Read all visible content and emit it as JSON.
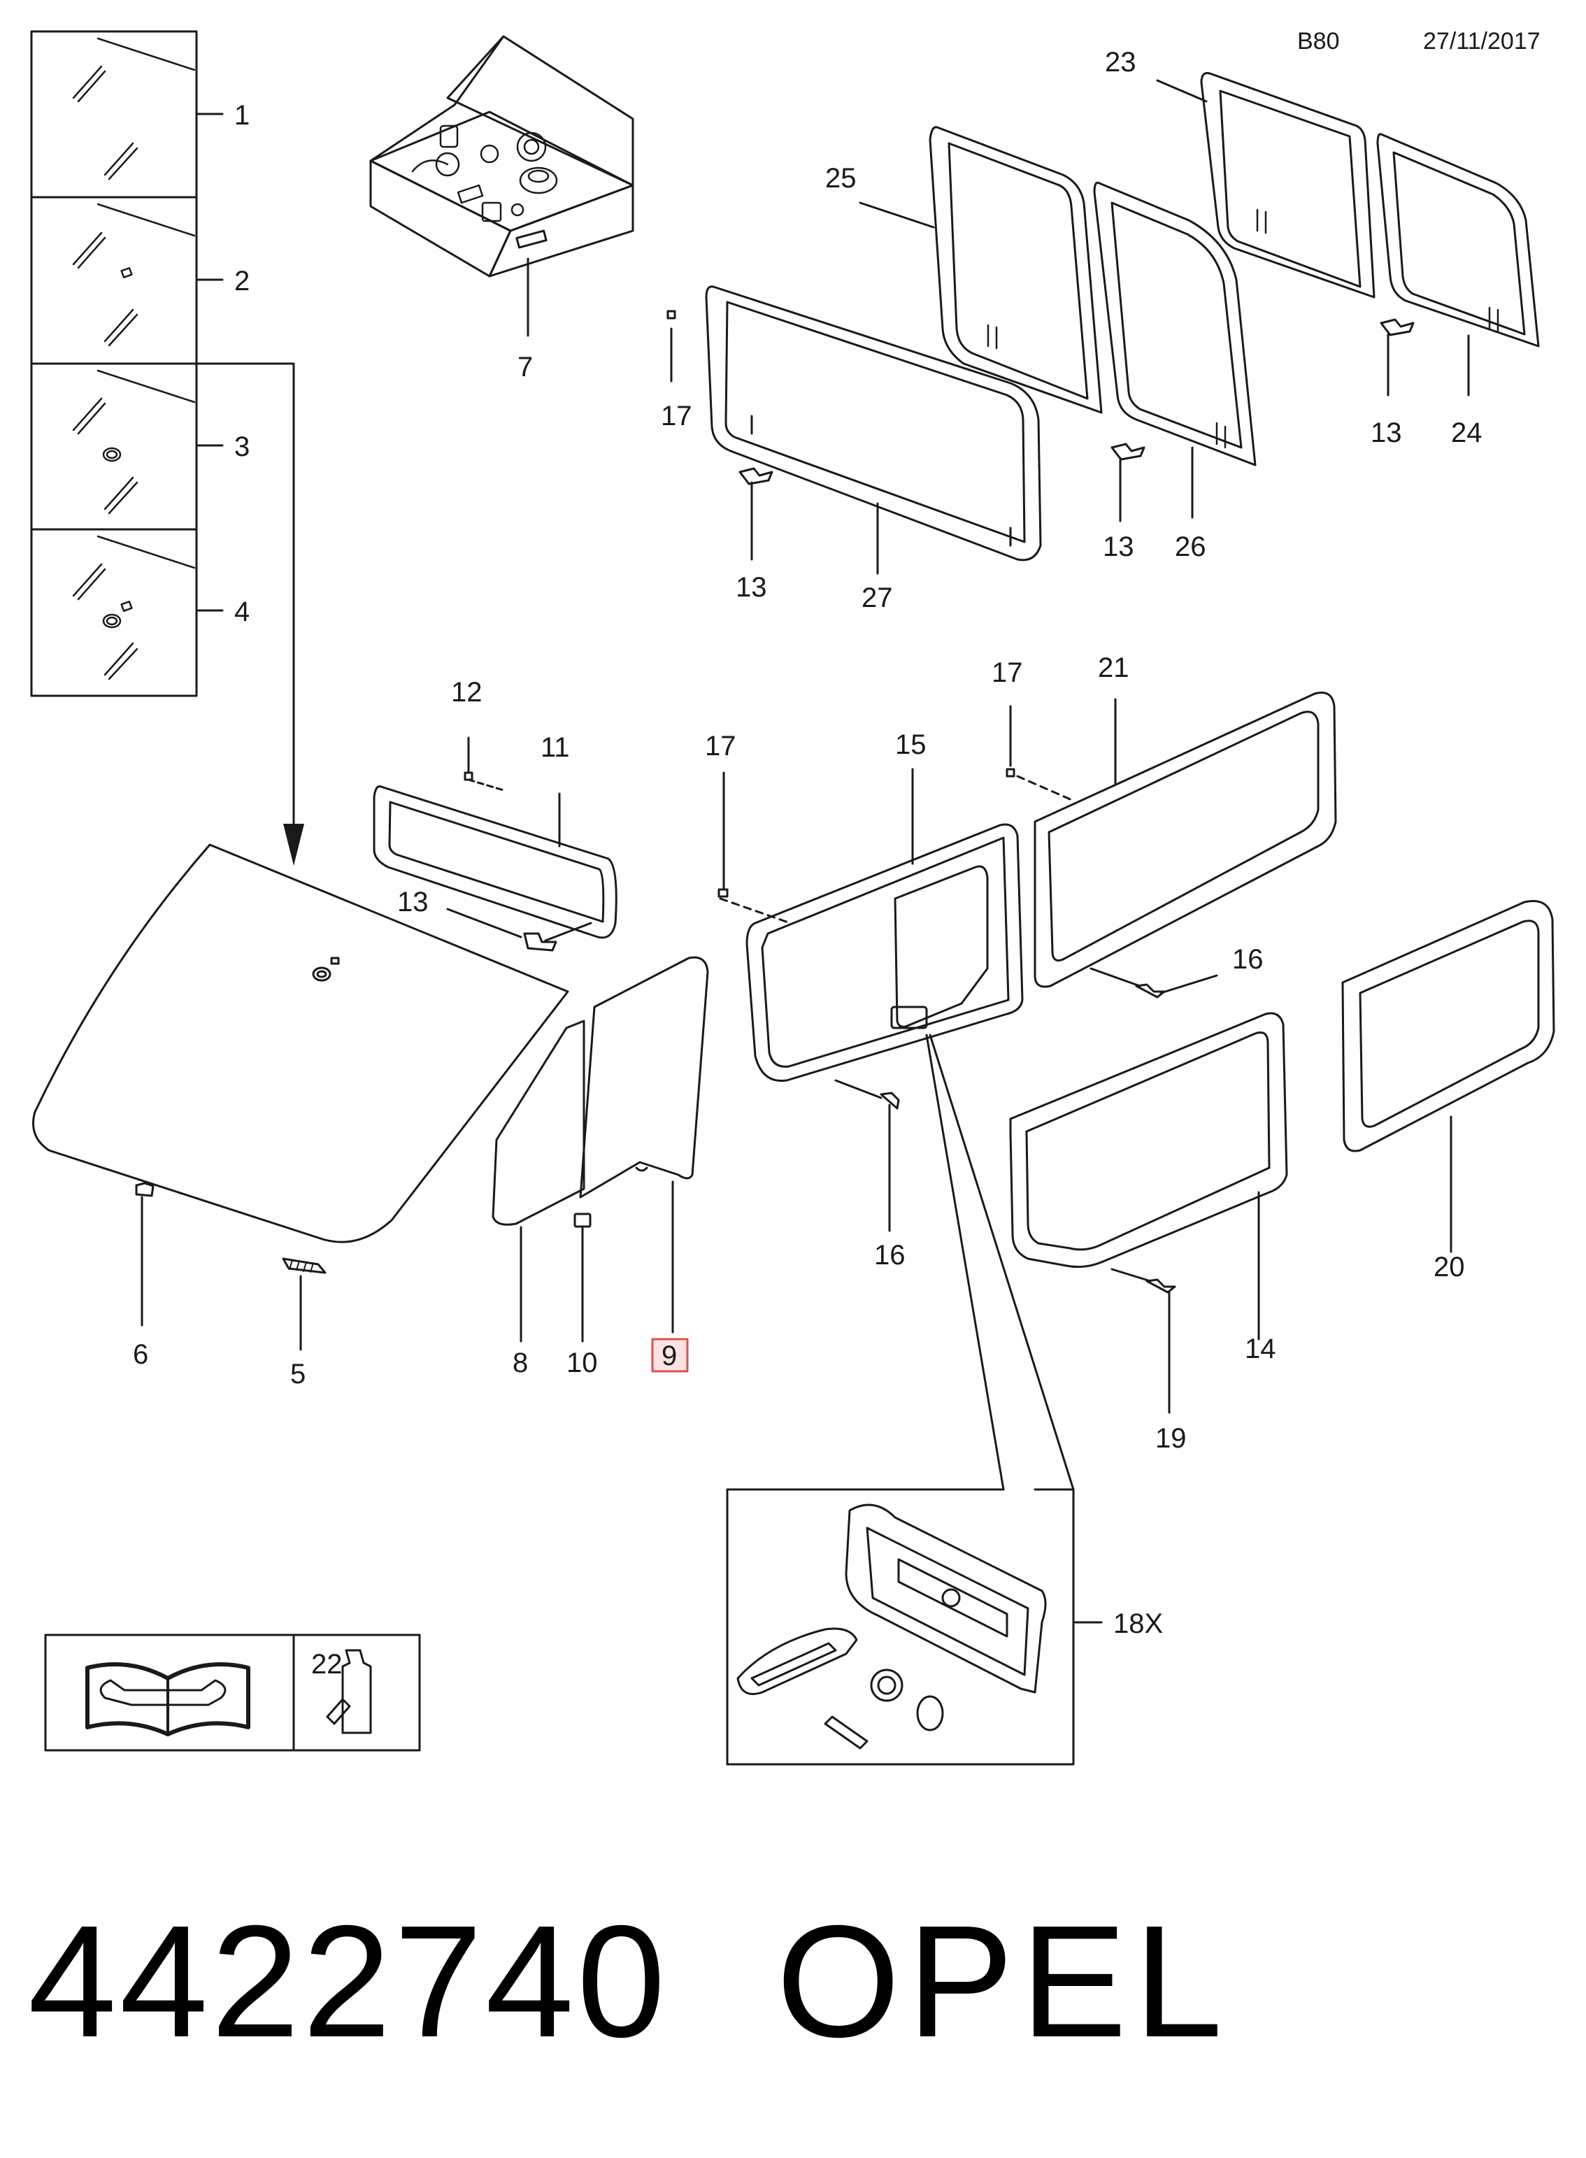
{
  "header": {
    "code": "B80",
    "date": "27/11/2017"
  },
  "footer": {
    "part_number": "4422740",
    "brand": "OPEL"
  },
  "highlighted_callout": "9",
  "callouts": [
    {
      "id": "c1",
      "label": "1"
    },
    {
      "id": "c2",
      "label": "2"
    },
    {
      "id": "c3",
      "label": "3"
    },
    {
      "id": "c4",
      "label": "4"
    },
    {
      "id": "c5",
      "label": "5"
    },
    {
      "id": "c6",
      "label": "6"
    },
    {
      "id": "c7",
      "label": "7"
    },
    {
      "id": "c8",
      "label": "8"
    },
    {
      "id": "c9",
      "label": "9"
    },
    {
      "id": "c10",
      "label": "10"
    },
    {
      "id": "c11",
      "label": "11"
    },
    {
      "id": "c12",
      "label": "12"
    },
    {
      "id": "c13a",
      "label": "13"
    },
    {
      "id": "c13b",
      "label": "13"
    },
    {
      "id": "c13c",
      "label": "13"
    },
    {
      "id": "c13d",
      "label": "13"
    },
    {
      "id": "c14",
      "label": "14"
    },
    {
      "id": "c15",
      "label": "15"
    },
    {
      "id": "c16a",
      "label": "16"
    },
    {
      "id": "c16b",
      "label": "16"
    },
    {
      "id": "c17a",
      "label": "17"
    },
    {
      "id": "c17b",
      "label": "17"
    },
    {
      "id": "c17c",
      "label": "17"
    },
    {
      "id": "c18x",
      "label": "18X"
    },
    {
      "id": "c19",
      "label": "19"
    },
    {
      "id": "c20",
      "label": "20"
    },
    {
      "id": "c21",
      "label": "21"
    },
    {
      "id": "c22",
      "label": "22"
    },
    {
      "id": "c23",
      "label": "23"
    },
    {
      "id": "c24",
      "label": "24"
    },
    {
      "id": "c25",
      "label": "25"
    },
    {
      "id": "c26",
      "label": "26"
    },
    {
      "id": "c27",
      "label": "27"
    }
  ],
  "colors": {
    "line": "#1a1a1a",
    "highlight_border": "#d9534f",
    "highlight_fill": "#fbe3e3"
  }
}
